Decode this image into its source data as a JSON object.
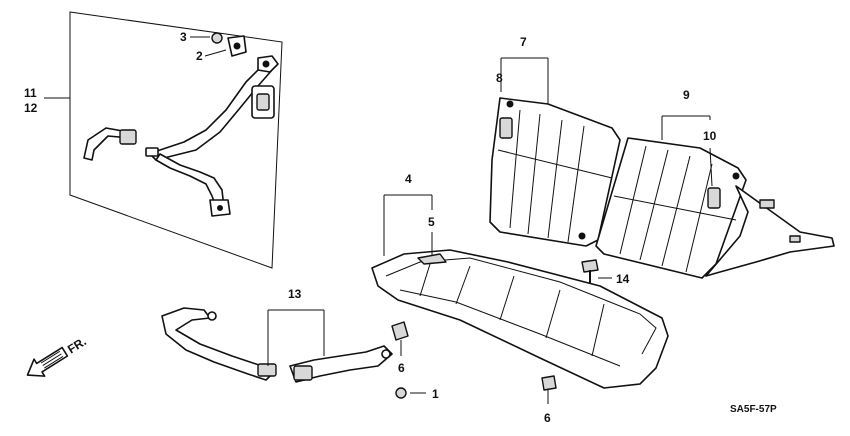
{
  "diagram": {
    "callouts": {
      "c1": "1",
      "c2": "2",
      "c3": "3",
      "c4": "4",
      "c5": "5",
      "c6a": "6",
      "c6b": "6",
      "c7": "7",
      "c8": "8",
      "c9": "9",
      "c10": "10",
      "c11": "11",
      "c12": "12",
      "c13": "13",
      "c14": "14"
    },
    "front_indicator": "FR.",
    "part_code": "SA5F-57P"
  }
}
